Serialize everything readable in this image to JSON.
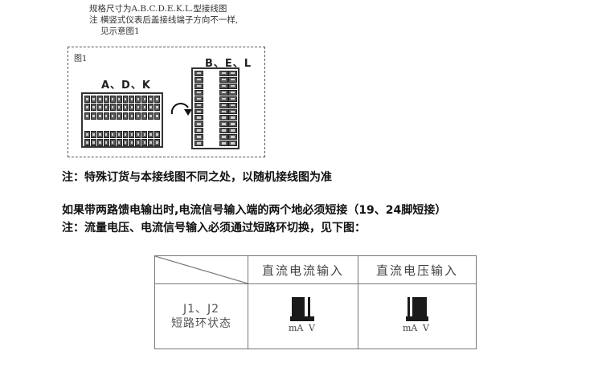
{
  "header_notes": {
    "line1": "规格尺寸为A.B.C.D.E.K.L.型接线图",
    "line2": "注 横竖式仪表后盖接线端子方向不一样,",
    "line3": "见示意图1"
  },
  "figure": {
    "label": "图1",
    "horizontal_board_title": "A、D、K",
    "vertical_board_title": "B、E、L",
    "rotate_icon": "rotate-clockwise-arrow-icon",
    "horizontal_terminals_per_row": 12,
    "vertical_terminals_per_col": 12
  },
  "notes": {
    "special_order": "注：特殊订货与本接线图不同之处，以随机接线图为准",
    "feedback_output": "如果带两路馈电输出时,电流信号输入端的两个地必须短接（19、24脚短接）",
    "short_ring": "注：流量电压、电流信号输入必须通过短路环切换，见下图："
  },
  "jumper_table": {
    "columns": [
      "",
      "直流电流输入",
      "直流电压输入"
    ],
    "row_label_line1": "J1、J2",
    "row_label_line2": "短路环状态",
    "current_mode": {
      "icon": "jumper-ma-position-icon",
      "left_label": "mA",
      "right_label": "V"
    },
    "voltage_mode": {
      "icon": "jumper-v-position-icon",
      "left_label": "mA",
      "right_label": "V"
    }
  }
}
